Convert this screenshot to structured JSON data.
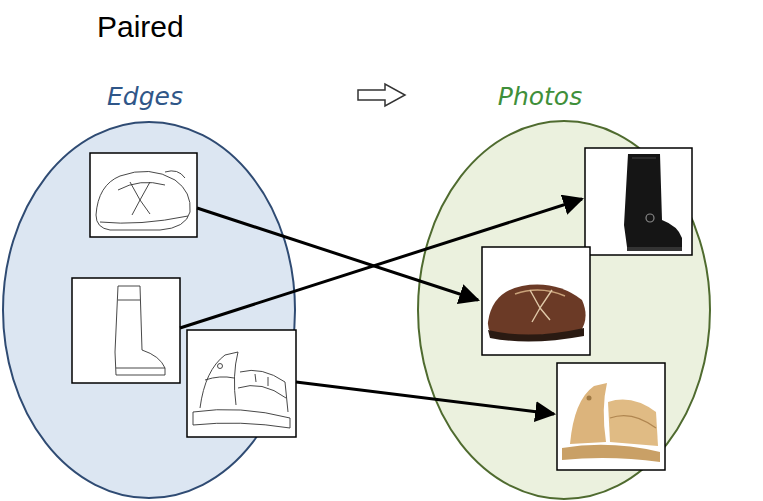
{
  "diagram": {
    "title": "Paired",
    "nodes": [
      {
        "text": [
          "Edges"
        ]
      },
      {
        "text": [
          "Photos"
        ]
      }
    ]
  }
}
